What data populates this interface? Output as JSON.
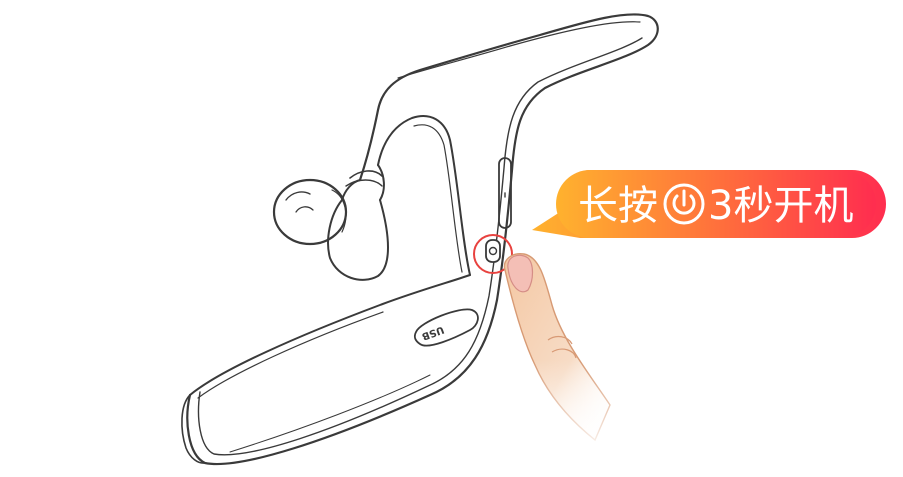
{
  "callout": {
    "text_before": "长按",
    "icon": "power-icon",
    "text_after": "3秒开机",
    "gradient_start": "#FFB22E",
    "gradient_end": "#FF2D4F"
  },
  "device": {
    "port_label": "USB",
    "highlight_color": "#E8423F"
  }
}
